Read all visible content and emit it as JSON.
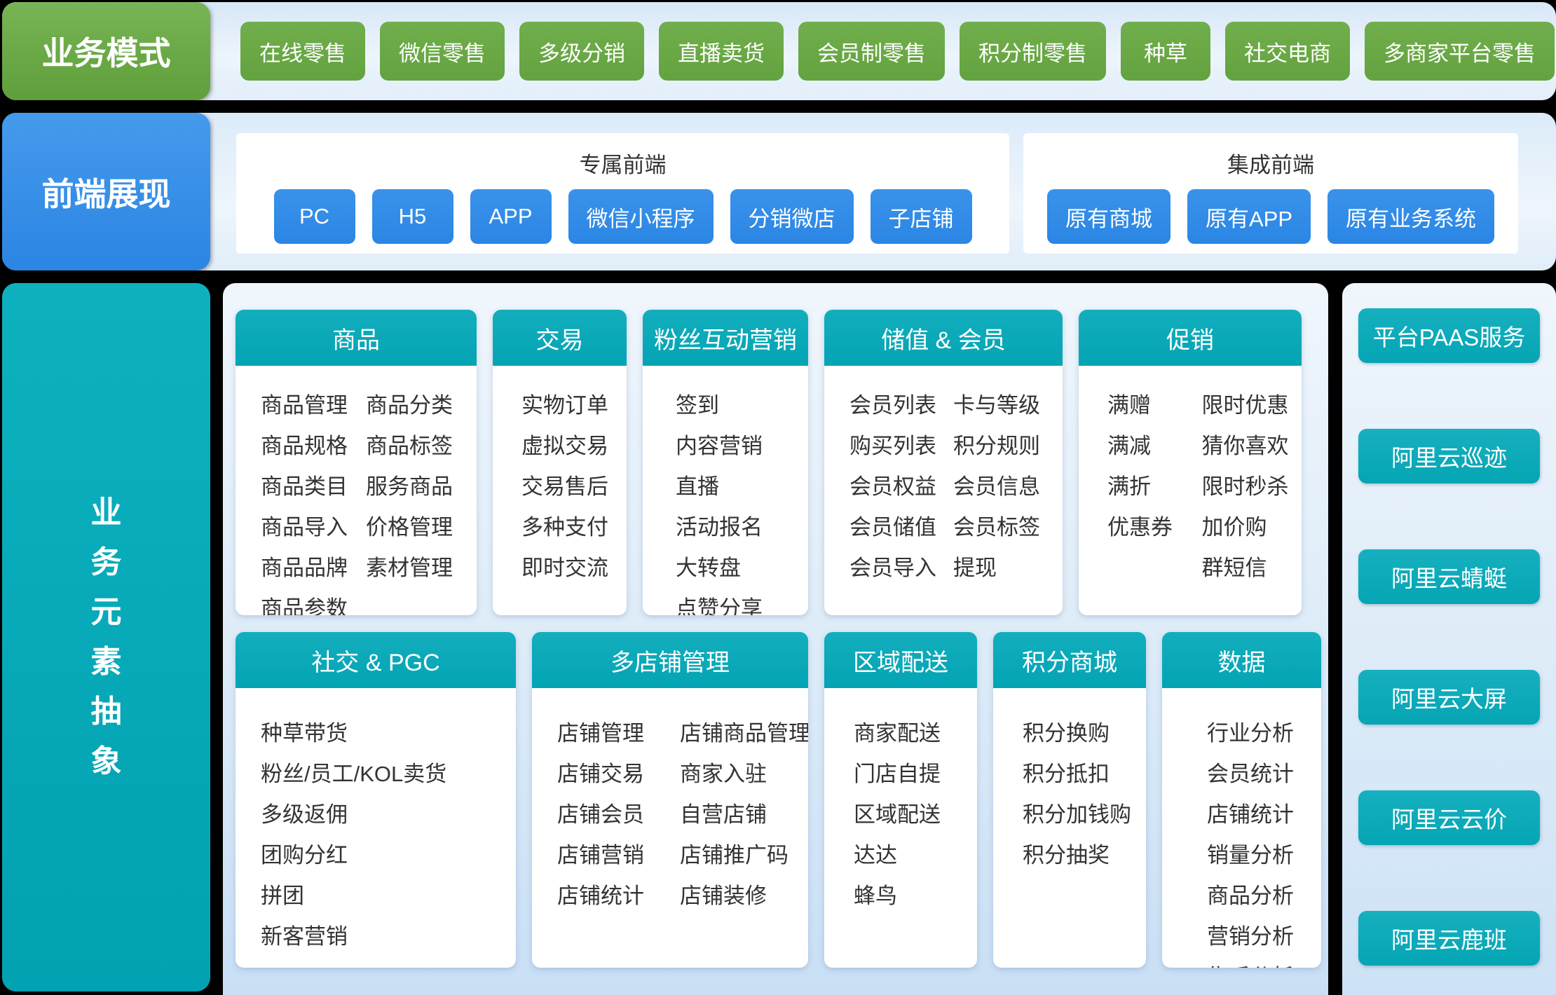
{
  "colors": {
    "green": "#68a843",
    "blue": "#2f8ce8",
    "teal": "#09a8b6",
    "page_bg": "#000000",
    "row_bg_light": "#e8f2fb",
    "card_bg": "#ffffff",
    "text_dark": "#333333"
  },
  "row1": {
    "label": "业务模式",
    "buttons": [
      "在线零售",
      "微信零售",
      "多级分销",
      "直播卖货",
      "会员制零售",
      "积分制零售",
      "种草",
      "社交电商",
      "多商家平台零售"
    ]
  },
  "row2": {
    "label": "前端展现",
    "panels": [
      {
        "title": "专属前端",
        "buttons": [
          "PC",
          "H5",
          "APP",
          "微信小程序",
          "分销微店",
          "子店铺"
        ]
      },
      {
        "title": "集成前端",
        "buttons": [
          "原有商城",
          "原有APP",
          "原有业务系统"
        ]
      }
    ]
  },
  "row3": {
    "label": "业务元素抽象",
    "label_chars": [
      "业",
      "务",
      "元",
      "素",
      "抽",
      "象"
    ],
    "cards_top": [
      {
        "title": "商品",
        "cols": [
          [
            "商品管理",
            "商品规格",
            "商品类目",
            "商品导入",
            "商品品牌",
            "商品参数"
          ],
          [
            "商品分类",
            "商品标签",
            "服务商品",
            "价格管理",
            "素材管理"
          ]
        ]
      },
      {
        "title": "交易",
        "cols": [
          [
            "实物订单",
            "虚拟交易",
            "交易售后",
            "多种支付",
            "即时交流"
          ]
        ]
      },
      {
        "title": "粉丝互动营销",
        "cols": [
          [
            "签到",
            "内容营销",
            "直播",
            "活动报名",
            "大转盘",
            "点赞分享"
          ]
        ]
      },
      {
        "title": "储值 & 会员",
        "cols": [
          [
            "会员列表",
            "购买列表",
            "会员权益",
            "会员储值",
            "会员导入"
          ],
          [
            "卡与等级",
            "积分规则",
            "会员信息",
            "会员标签",
            "提现"
          ]
        ]
      },
      {
        "title": "促销",
        "cols": [
          [
            "满赠",
            "满减",
            "满折",
            "优惠券"
          ],
          [
            "限时优惠",
            "猜你喜欢",
            "限时秒杀",
            "加价购",
            "群短信"
          ]
        ]
      }
    ],
    "cards_bottom": [
      {
        "title": "社交 & PGC",
        "cols": [
          [
            "种草带货",
            "粉丝/员工/KOL卖货",
            "多级返佣",
            "团购分红",
            "拼团",
            "新客营销"
          ]
        ]
      },
      {
        "title": "多店铺管理",
        "cols": [
          [
            "店铺管理",
            "店铺交易",
            "店铺会员",
            "店铺营销",
            "店铺统计"
          ],
          [
            "店铺商品管理",
            "商家入驻",
            "自营店铺",
            "店铺推广码",
            "店铺装修"
          ]
        ]
      },
      {
        "title": "区域配送",
        "cols": [
          [
            "商家配送",
            "门店自提",
            "区域配送",
            "达达",
            "蜂鸟"
          ]
        ]
      },
      {
        "title": "积分商城",
        "cols": [
          [
            "积分换购",
            "积分抵扣",
            "积分加钱购",
            "积分抽奖"
          ]
        ]
      },
      {
        "title": "数据",
        "cols": [
          [
            "行业分析",
            "会员统计",
            "店铺统计",
            "销量分析",
            "商品分析",
            "营销分析",
            "售后分析"
          ]
        ]
      }
    ]
  },
  "right_panel": {
    "buttons": [
      "平台PAAS服务",
      "阿里云巡迹",
      "阿里云蜻蜓",
      "阿里云大屏",
      "阿里云云价",
      "阿里云鹿班"
    ]
  }
}
